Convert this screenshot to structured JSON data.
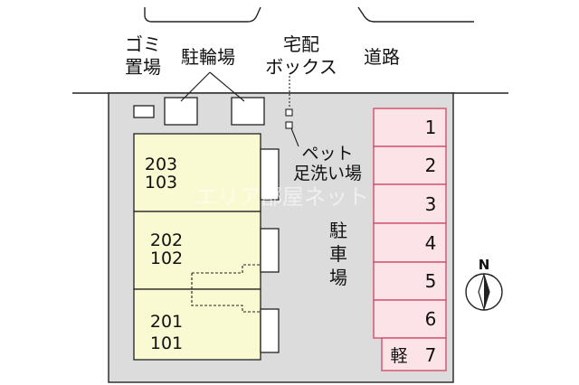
{
  "labels": {
    "garbage_line1": "ゴミ",
    "garbage_line2": "置場",
    "bicycle_parking": "駐輪場",
    "delivery_line1": "宅配",
    "delivery_line2": "ボックス",
    "road": "道路",
    "pet_line1": "ペット",
    "pet_line2": "足洗い場",
    "parking_1": "駐",
    "parking_2": "車",
    "parking_3": "場",
    "north": "N"
  },
  "units": [
    {
      "upper": "203",
      "lower": "103"
    },
    {
      "upper": "202",
      "lower": "102"
    },
    {
      "upper": "201",
      "lower": "101"
    }
  ],
  "parking_spaces": [
    "1",
    "2",
    "3",
    "4",
    "5",
    "6",
    "7"
  ],
  "light_vehicle_label": "軽",
  "watermark": "エリア部屋ネット",
  "colors": {
    "site_gray": "#dcdcdc",
    "building_yellow": "#fafad2",
    "parking_pink": "#fbe3e8",
    "parking_border": "#d0506a",
    "line": "#222222"
  }
}
